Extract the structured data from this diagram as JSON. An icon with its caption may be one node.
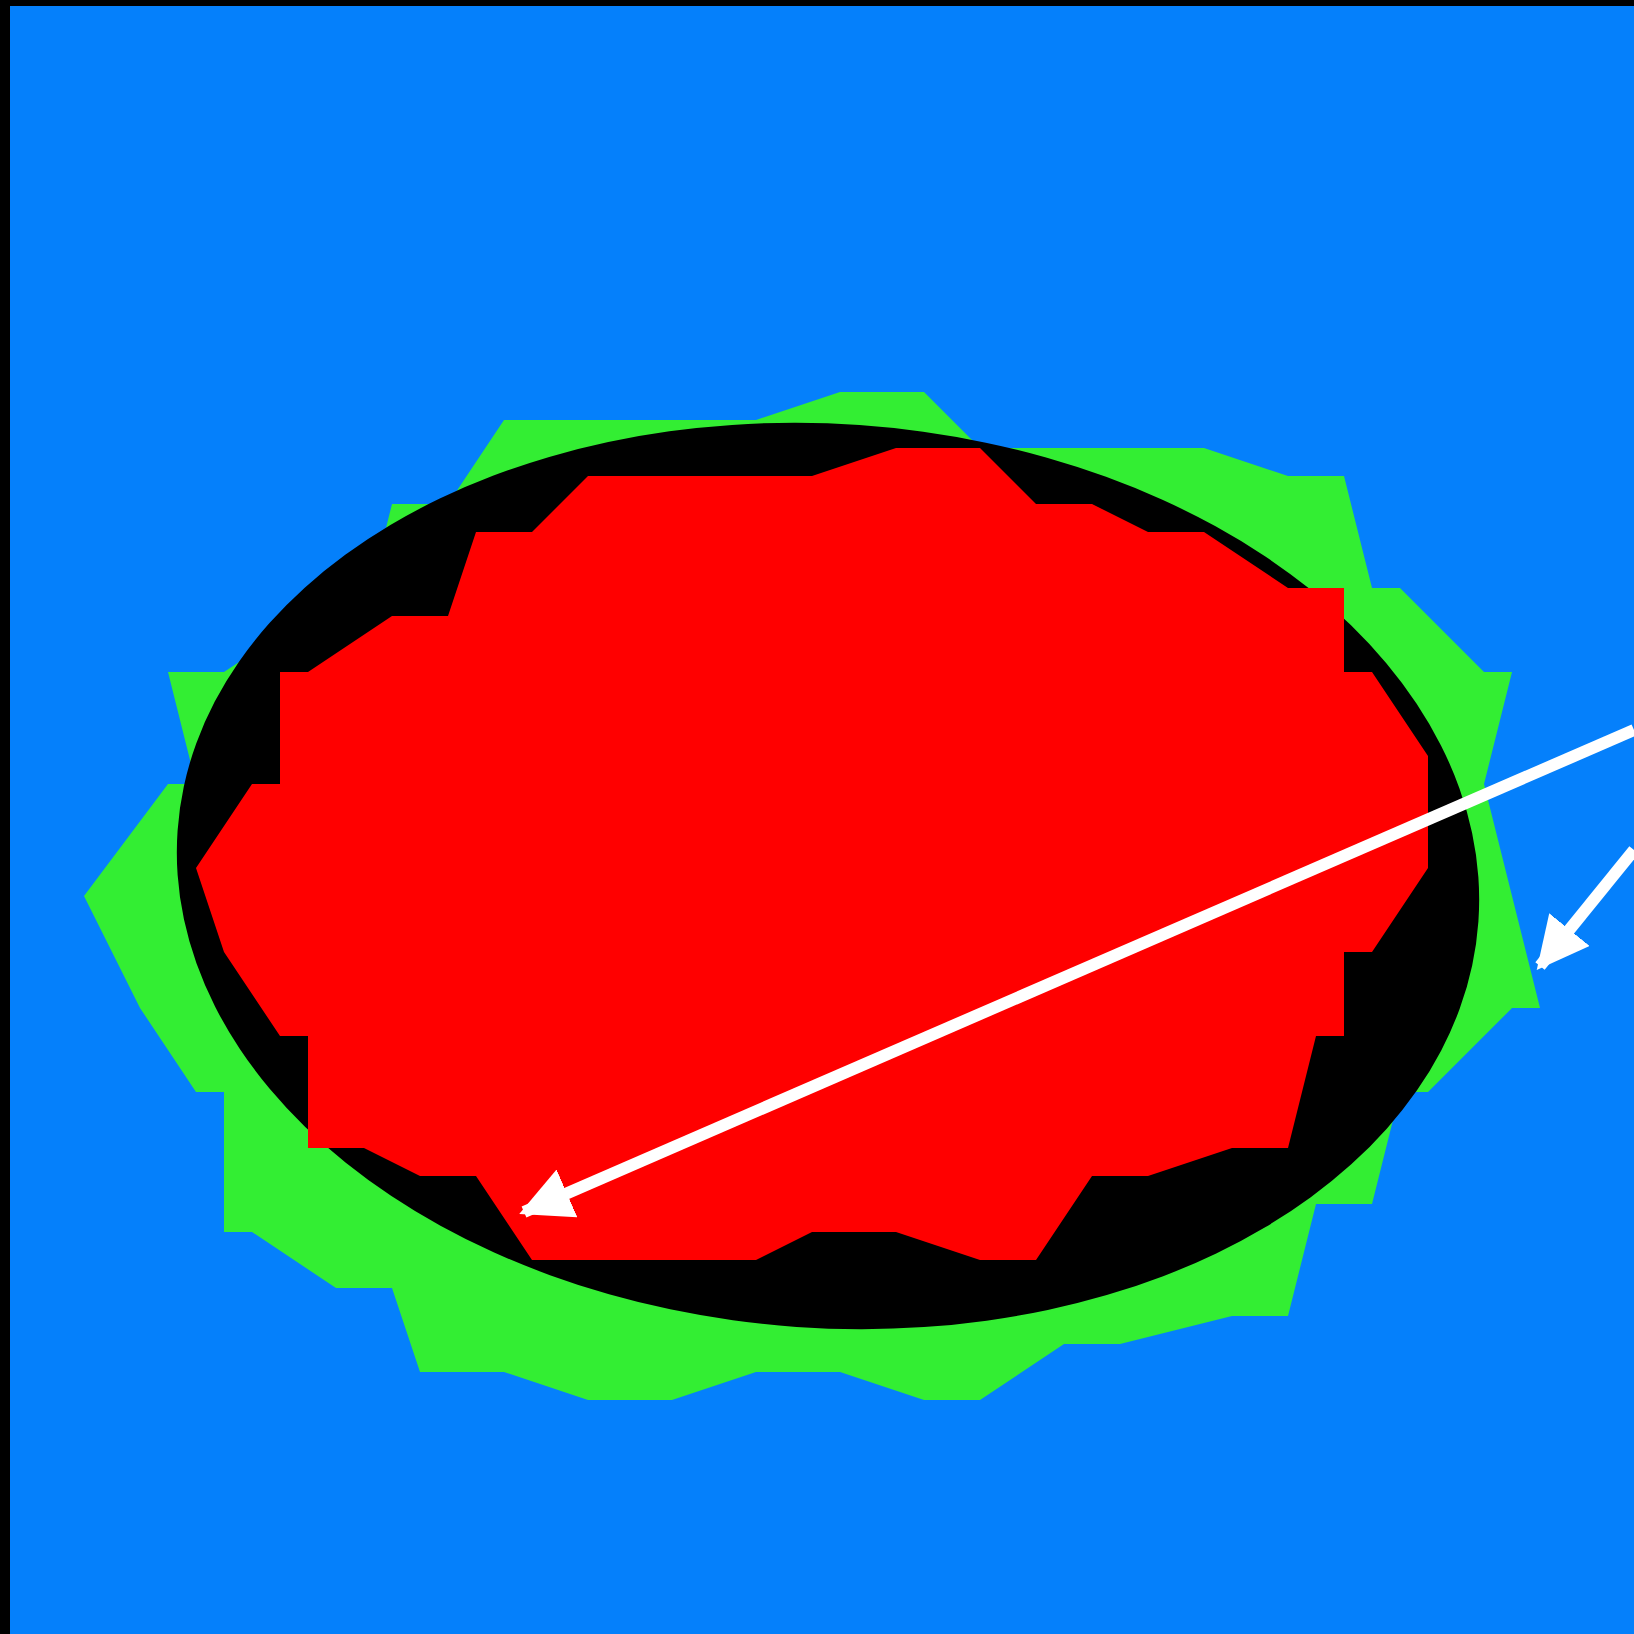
{
  "diagram": {
    "nodes": [
      {
        "text": [],
        "shape": "picture"
      },
      {
        "text": [],
        "shape": "circle",
        "in": 0
      }
    ],
    "edges": [
      {
        "from": null,
        "to": 1,
        "arrow": "to"
      },
      {
        "from": null,
        "to": 0,
        "arrow": "to"
      }
    ]
  }
}
